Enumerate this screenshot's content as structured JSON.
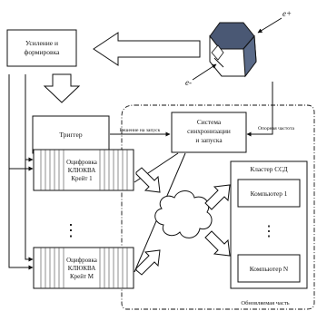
{
  "boxes": {
    "amplifier": [
      "Усиление и",
      "формировка"
    ],
    "trigger": "Триггер",
    "sync": [
      "Система",
      "синхронизации",
      "и запуска"
    ],
    "cluster_title": "Кластер ССД",
    "computer_1": "Компьютер 1",
    "computer_n": "Компьютер N",
    "crate_1": [
      "Оцифровка",
      "КЛЮКВА",
      "Крейт 1"
    ],
    "crate_m": [
      "Оцифровка",
      "КЛЮКВА",
      "Крейт M"
    ]
  },
  "labels": {
    "launch_decision": "Решение на запуск",
    "reference_freq": "Опорная частота",
    "updated_part": "Обновляемая часть",
    "positron": "e+",
    "electron": "e-",
    "ellipsis_crates": "⋮",
    "ellipsis_computers": "⋮"
  },
  "icons": {
    "detector": "octagon-detector-icon",
    "network": "network-cloud-icon"
  },
  "colors": {
    "detector_fill": "#4a5874",
    "cloud_fill": "#ffffff",
    "line": "#111111"
  }
}
